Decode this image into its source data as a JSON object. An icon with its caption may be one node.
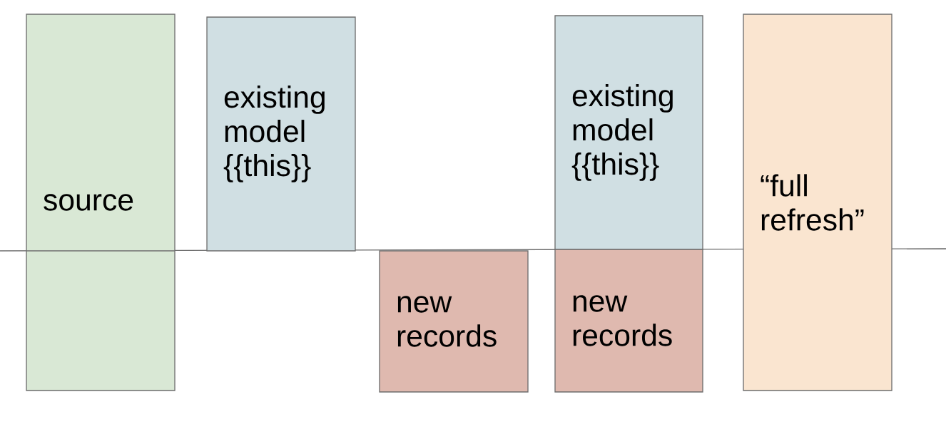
{
  "diagram": {
    "nodes": [
      {
        "text": [
          "source"
        ]
      },
      {
        "text": [
          "existing model {{this}}"
        ]
      },
      {
        "text": [
          "new records"
        ]
      },
      {
        "text": [
          "existing model {{this}}"
        ]
      },
      {
        "text": [
          "new records"
        ]
      },
      {
        "text": [
          "“full refresh”"
        ]
      }
    ]
  }
}
